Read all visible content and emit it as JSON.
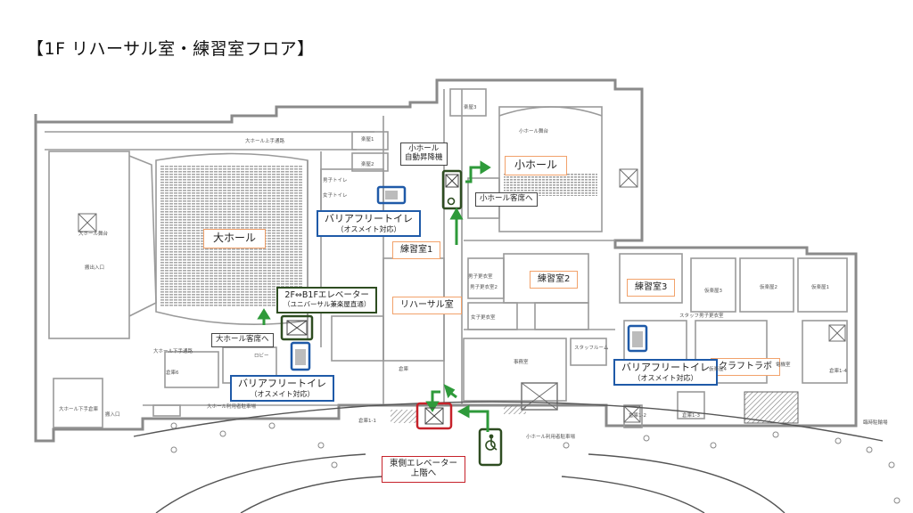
{
  "title": "【1F リハーサル室・練習室フロア】",
  "rooms": {
    "dai_hall": "大ホール",
    "sho_hall": "小ホール",
    "renshu1": "練習室1",
    "renshu2": "練習室2",
    "renshu3": "練習室3",
    "rehearsal": "リハーサル室",
    "craft_lab": "クラフトラボ"
  },
  "callouts": {
    "sho_hall_lift": {
      "line1": "小ホール",
      "line2": "自動昇降機"
    },
    "sho_hall_seats": "小ホール客席へ",
    "dai_hall_seats": "大ホール客席へ",
    "elevator_2f_b1f": {
      "line1": "2F⇔B1Fエレベーター",
      "line2": "（ユニバーサル兼楽屋直通）"
    },
    "barrier_free_top": {
      "line1": "バリアフリートイレ",
      "line2": "（オスメイト対応）"
    },
    "barrier_free_left": {
      "line1": "バリアフリートイレ",
      "line2": "（オスメイト対応）"
    },
    "barrier_free_right": {
      "line1": "バリアフリートイレ",
      "line2": "（オスメイト対応）"
    },
    "east_elevator": {
      "line1": "東側エレベーター",
      "line2": "上階へ"
    }
  },
  "plan_labels": {
    "l1": "大ホール上手通路",
    "l2": "大ホール舞台",
    "l3": "搬入口",
    "l4": "大ホール下手倉庫",
    "l5": "ロビー",
    "l6": "大ホール下手通路",
    "l7": "小ホール舞台",
    "l8": "事務室",
    "l9": "スタッフルーム",
    "l10": "倉庫1-1",
    "l11": "小ホール利用者駐車場",
    "l12": "大ホール利用者駐車場",
    "l13": "仮楽屋2",
    "l14": "仮楽屋1",
    "l15": "倉庫1-4",
    "l16": "臨時駐輪場",
    "l17": "楽屋2",
    "l18": "男子更衣室",
    "l19": "女子更衣室",
    "l20": "倉庫1-3",
    "l21": "倉庫1-2",
    "l22": "男子トイレ",
    "l23": "女子トイレ",
    "l24": "スタッフ男子更衣室",
    "l25": "倉庫",
    "l26": "楽屋1",
    "l27": "男子更衣室2",
    "l28": "楽屋3",
    "l29": "倉庫6",
    "l30": "仮楽屋3",
    "l31": "仮楽屋4",
    "l32": "電機室",
    "l33": "搬出入口"
  },
  "colors": {
    "wall": "#8a8a8a",
    "green_border": "#2e4d21",
    "green_arrow": "#2e9a3a",
    "blue_border": "#1f5aa8",
    "red_border": "#c6222a",
    "room_border": "#f2a26b"
  },
  "icons": [
    "elevator-icon",
    "wheelchair-icon",
    "arrow-icon"
  ]
}
